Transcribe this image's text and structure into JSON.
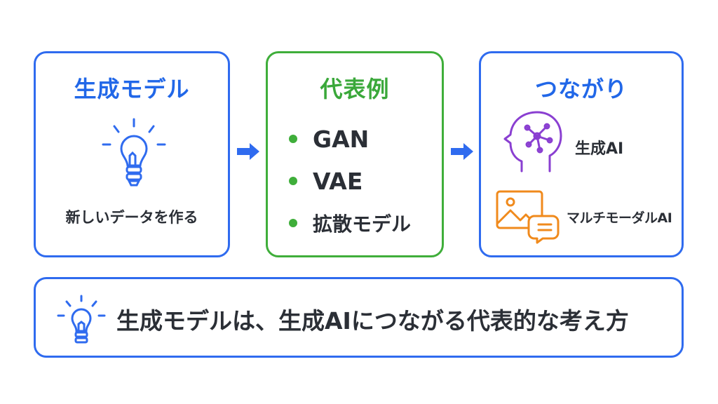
{
  "generative_model": {
    "title": "生成モデル",
    "description": "新しいデータを作る",
    "icon": "lightbulb-icon"
  },
  "examples": {
    "title": "代表例",
    "items": [
      "GAN",
      "VAE",
      "拡散モデル"
    ]
  },
  "connections": {
    "title": "つながり",
    "items": [
      {
        "label": "生成AI",
        "icon": "brain-head-icon"
      },
      {
        "label": "マルチモーダルAI",
        "icon": "image-chat-icon"
      }
    ]
  },
  "summary": {
    "text": "生成モデルは、生成AIにつながる代表的な考え方",
    "icon": "lightbulb-icon"
  },
  "colors": {
    "blue": "#2f6bef",
    "green": "#3fae3a",
    "purple": "#8a3fd1",
    "orange": "#f08a1c"
  }
}
